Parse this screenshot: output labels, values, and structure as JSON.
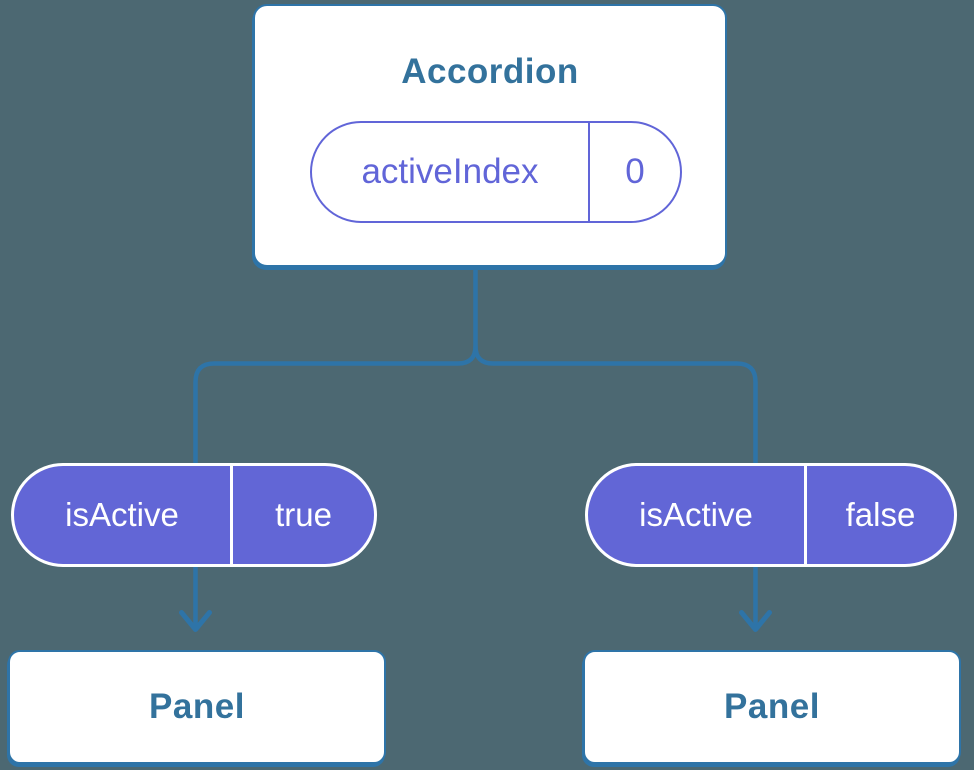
{
  "diagram": {
    "root": {
      "title": "Accordion",
      "state": {
        "name": "activeIndex",
        "value": "0"
      }
    },
    "props": [
      {
        "name": "isActive",
        "value": "true"
      },
      {
        "name": "isActive",
        "value": "false"
      }
    ],
    "children": [
      {
        "title": "Panel"
      },
      {
        "title": "Panel"
      }
    ]
  },
  "colors": {
    "background": "#4c6872",
    "connector_blue": "#2e74a8",
    "node_border_blue": "#2e74a8",
    "node_text_blue": "#33729c",
    "pill_fill_purple": "#6266d6",
    "pill_text_purple": "#6165d8",
    "pill_border_white": "#ffffff",
    "node_fill_white": "#ffffff"
  }
}
